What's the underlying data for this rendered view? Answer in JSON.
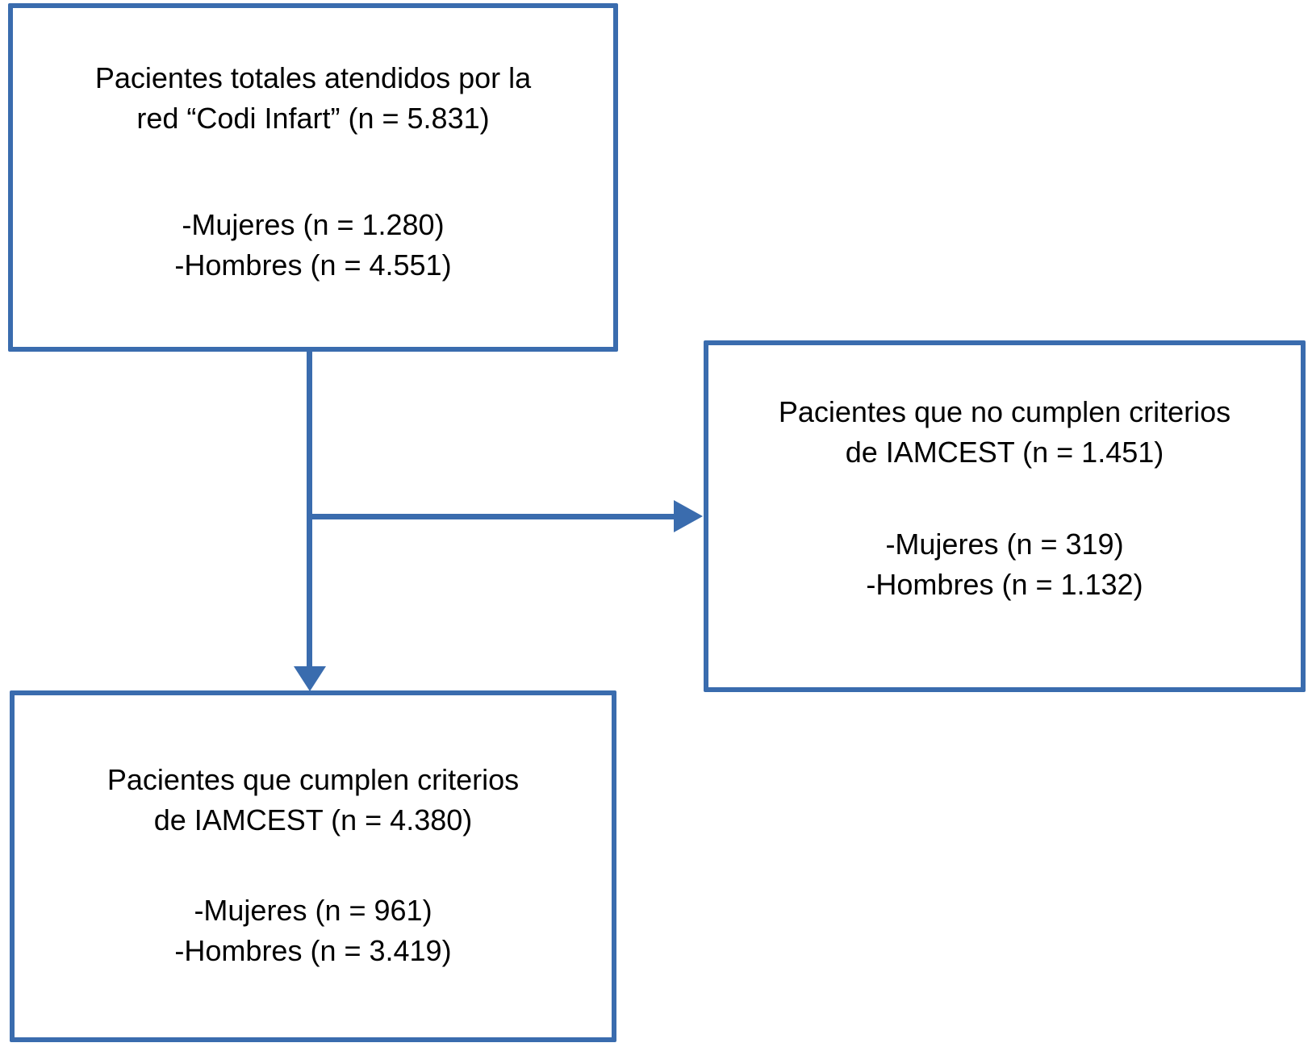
{
  "diagram": {
    "type": "patient-flowchart",
    "colors": {
      "line": "#3a6cae",
      "text": "#000000",
      "background": "#ffffff"
    },
    "boxes": {
      "total": {
        "title_line1": "Pacientes totales atendidos por la",
        "title_line2": "red “Codi Infart” (n = 5.831)",
        "detail_line1": "-Mujeres (n = 1.280)",
        "detail_line2": "-Hombres (n = 4.551)"
      },
      "excluded": {
        "title_line1": "Pacientes que no cumplen criterios",
        "title_line2": "de IAMCEST (n = 1.451)",
        "detail_line1": "-Mujeres (n = 319)",
        "detail_line2": "-Hombres (n = 1.132)"
      },
      "included": {
        "title_line1": "Pacientes que cumplen criterios",
        "title_line2": "de IAMCEST (n = 4.380)",
        "detail_line1": "-Mujeres (n = 961)",
        "detail_line2": "-Hombres (n = 3.419)"
      }
    }
  }
}
